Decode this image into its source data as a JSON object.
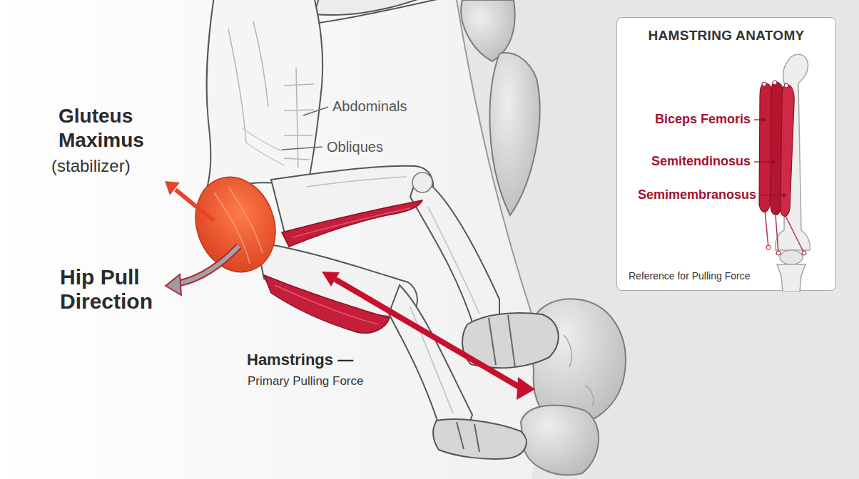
{
  "diagram": {
    "nodes": [
      {
        "text": [
          "HAMSTRING ANATOMY",
          "Reference for Pulling Force"
        ]
      }
    ],
    "labels": [
      "Gluteus Maximus",
      "(stabilizer)",
      "Abdominals",
      "Obliques",
      "Hip Pull Direction",
      "Hamstrings —",
      "Primary Pulling Force",
      "Biceps Femoris",
      "Semitendinosus",
      "Semimembranosus"
    ]
  }
}
